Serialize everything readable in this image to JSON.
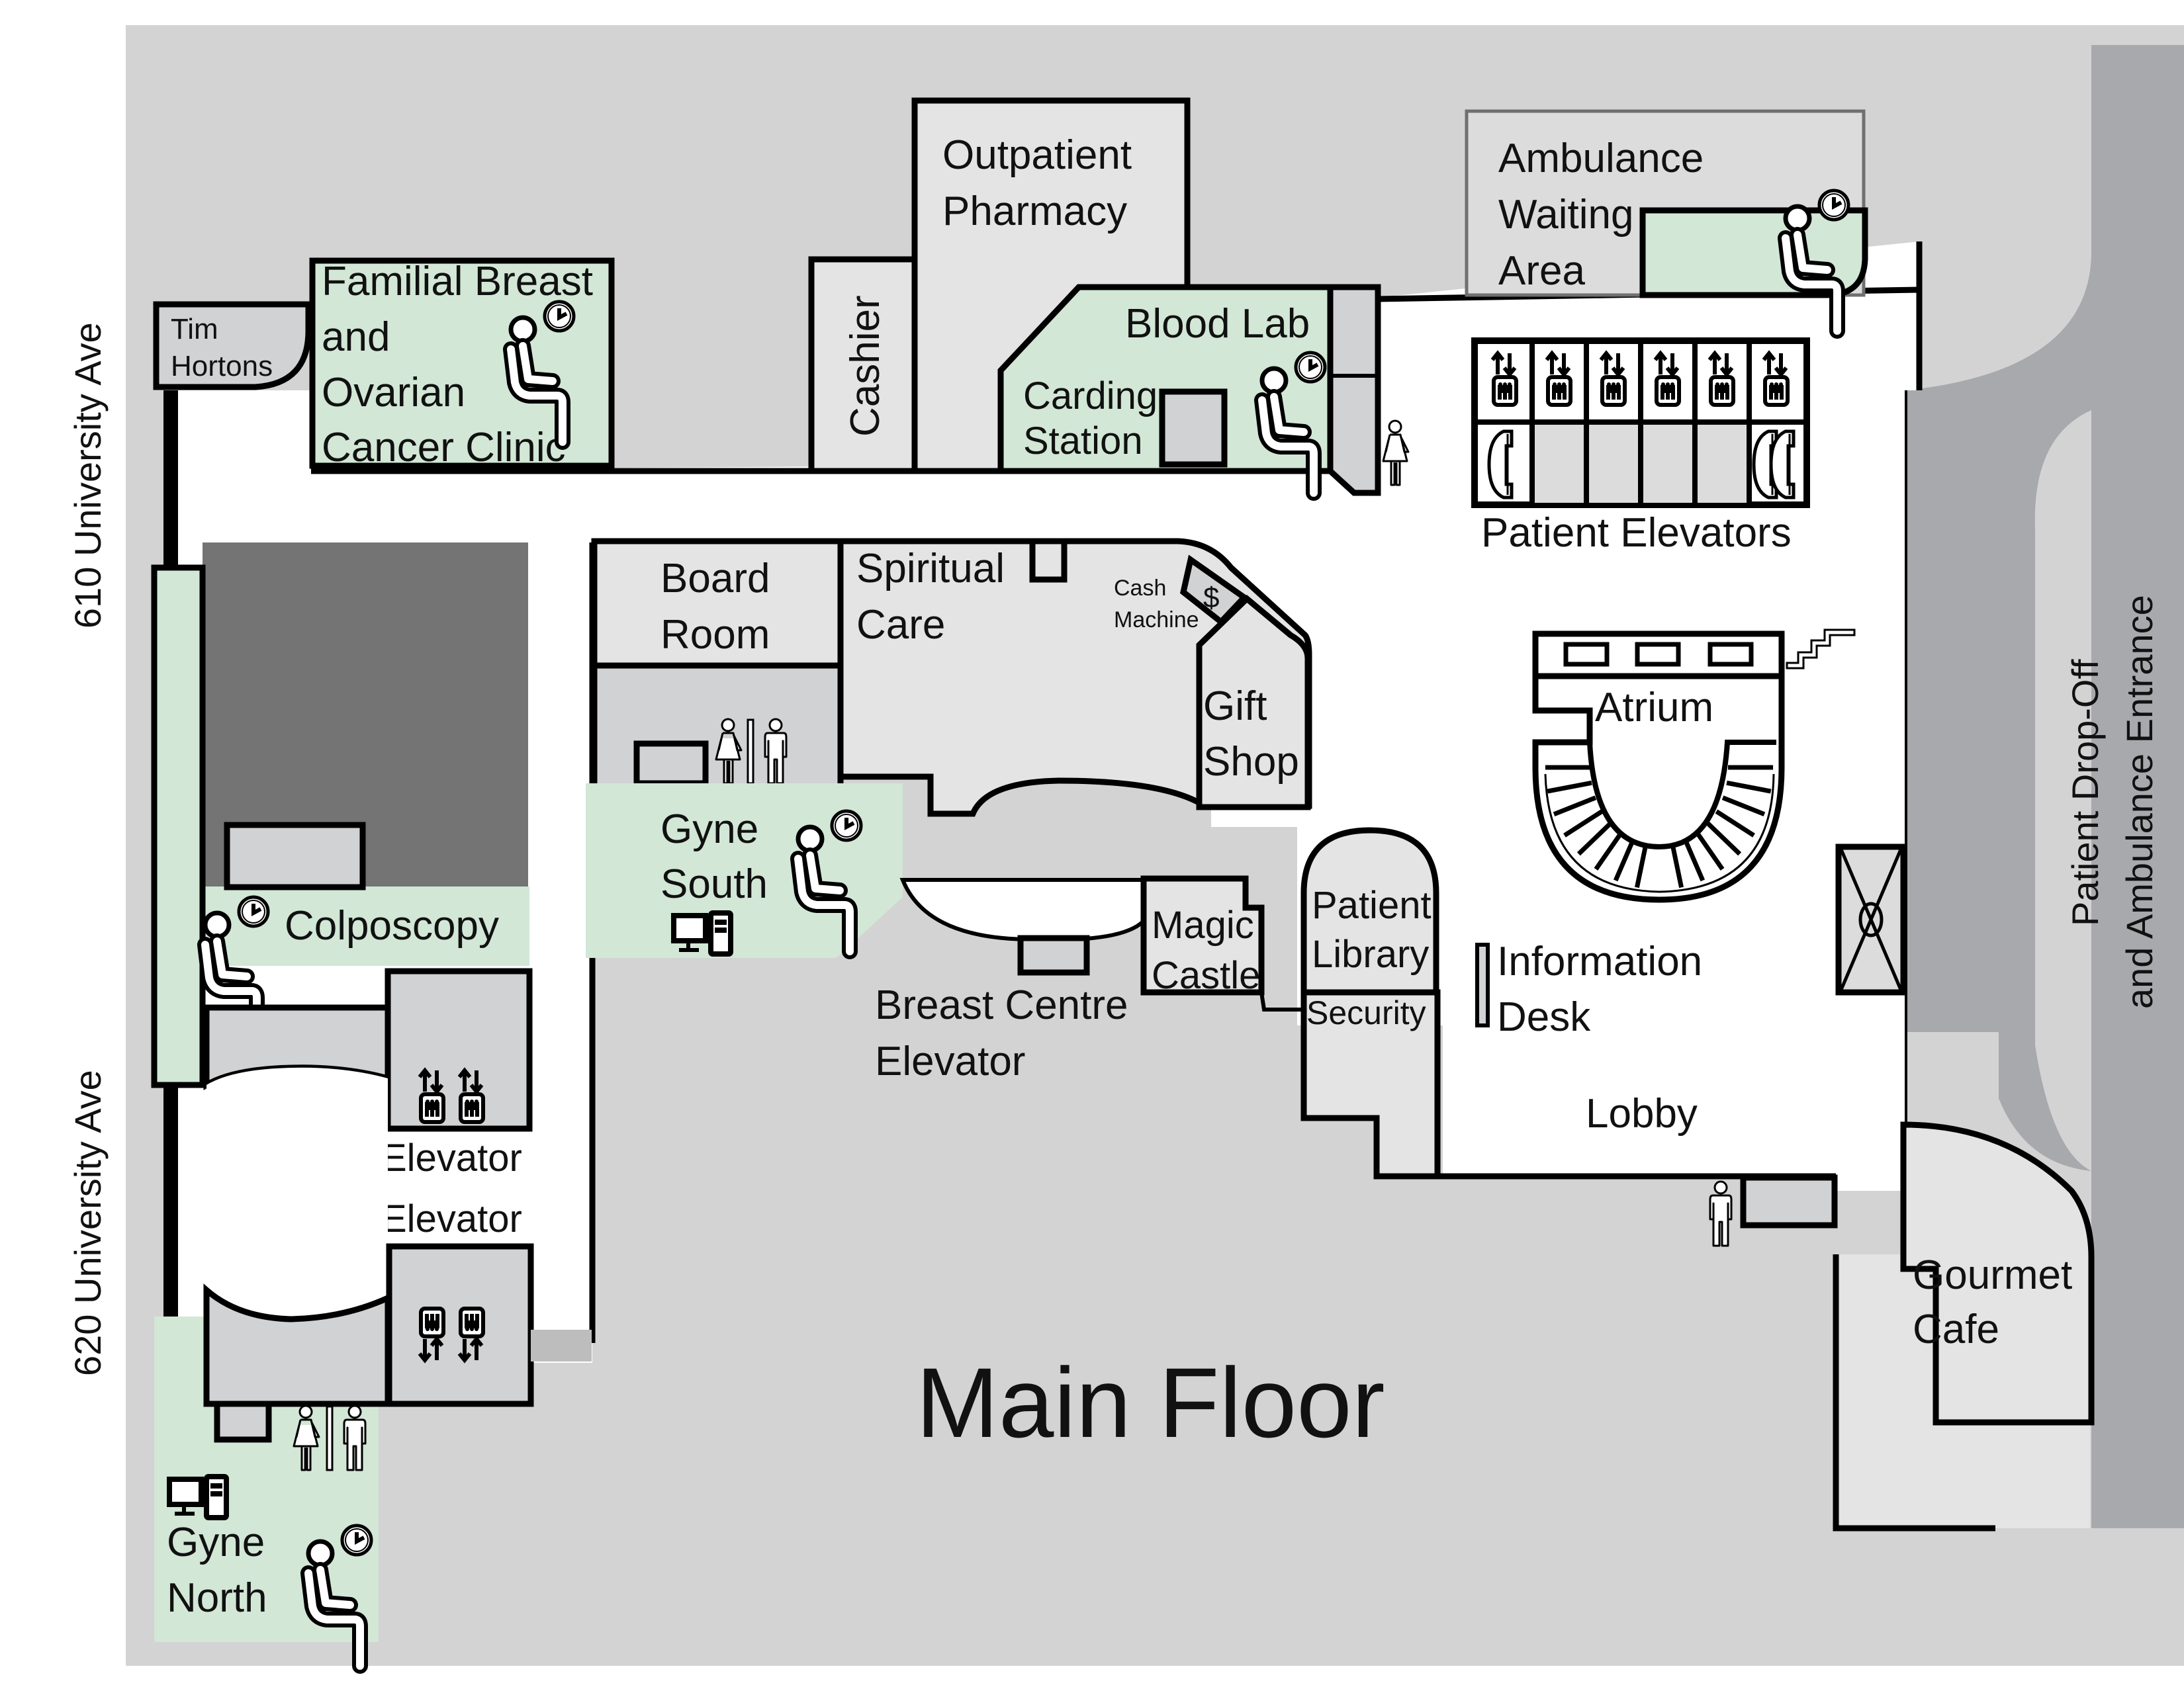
{
  "title": "Main Floor",
  "colors": {
    "background_site": "#d3d3d3",
    "corridor": "#ffffff",
    "room": "#e4e4e4",
    "room_dark": "#d1d2d4",
    "waiting_area": "#d2e7d6",
    "restricted": "#747474",
    "road": "#a8a9ad",
    "outline": "#000000"
  },
  "streets": {
    "north": "610 University Ave",
    "south": "620 University Ave",
    "entrance_line1": "Patient Drop-Off",
    "entrance_line2": "and Ambulance Entrance"
  },
  "rooms": {
    "tim_hortons": [
      "Tim",
      "Hortons"
    ],
    "familial_clinic": [
      "Familial Breast",
      "and",
      "Ovarian",
      "Cancer Clinic"
    ],
    "cashier": "Cashier",
    "pharmacy": [
      "Outpatient",
      "Pharmacy"
    ],
    "blood_lab": "Blood Lab",
    "carding_station": [
      "Carding",
      "Station"
    ],
    "ambulance_waiting": [
      "Ambulance",
      "Waiting",
      "Area"
    ],
    "patient_elevators": "Patient Elevators",
    "board_room": [
      "Board",
      "Room"
    ],
    "spiritual_care": [
      "Spiritual",
      "Care"
    ],
    "cash_machine": [
      "Cash",
      "Machine"
    ],
    "cash_symbol": "$",
    "gift_shop": [
      "Gift",
      "Shop"
    ],
    "atrium": "Atrium",
    "gyne_south": [
      "Gyne",
      "South"
    ],
    "colposcopy": "Colposcopy",
    "elevator_upper": "Elevator",
    "elevator_lower": "Elevator",
    "breast_centre_elevator": [
      "Breast Centre",
      "Elevator"
    ],
    "magic_castle": [
      "Magic",
      "Castle"
    ],
    "patient_library": [
      "Patient",
      "Library"
    ],
    "security": "Security",
    "information_desk": [
      "Information",
      "Desk"
    ],
    "lobby": "Lobby",
    "gourmet_cafe": [
      "Gourmet",
      "Cafe"
    ],
    "gyne_north": [
      "Gyne",
      "North"
    ]
  },
  "icons": {
    "waiting": "waiting-room-icon",
    "elevator": "elevator-icon",
    "phone": "telephone-icon",
    "washroom_women": "womens-washroom-icon",
    "washroom_men": "mens-washroom-icon",
    "computer": "computer-kiosk-icon",
    "stairs": "stairs-icon",
    "cash": "cash-machine-icon"
  }
}
